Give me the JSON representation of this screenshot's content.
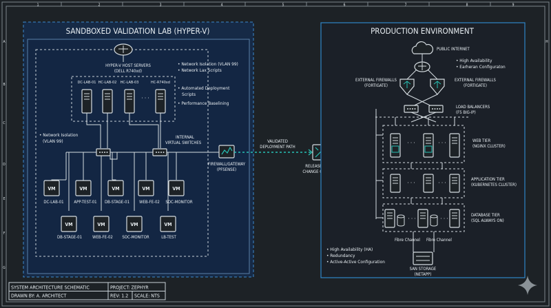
{
  "ruler": {
    "columns": [
      "1",
      "2",
      "3",
      "4",
      "5",
      "6",
      "7",
      "8",
      "9"
    ],
    "rows": [
      "A",
      "B",
      "C",
      "D",
      "E",
      "F",
      "G",
      "H"
    ]
  },
  "lab": {
    "title": "SANDBOXED VALIDATION LAB (HYPER-V)",
    "hosts_caption": [
      "HYPER-V HOST SERVERS",
      "(DELL R740xd)"
    ],
    "host_names": [
      "DC-LAB-01",
      "HC-LAB-02",
      "HC-LAB-03",
      "HC-R740xd"
    ],
    "ellipsis": "· · ·",
    "bullets": [
      "Network Isolation (VLAN 99)",
      "Network Lax Scripts",
      "Automated Deployment",
      "Scripts",
      "Performance Baselining"
    ],
    "isolation_note": [
      "• Network Isolation",
      "(VLAN 99)"
    ],
    "switches_caption": [
      "INTERNAL",
      "VIRTUAL SWITCHES"
    ],
    "vm_label": "VM",
    "vm_row1": [
      "DC-LAB-01",
      "APP-TEST-01",
      "DB-STAGE-01",
      "WEB-FE-02",
      "SOC-MONITOR"
    ],
    "vm_row2": [
      "DB-STAGE-01",
      "WEB-FE-02",
      "SOC-MONITOR",
      "LB-TEST"
    ],
    "firewall_caption": [
      "FIREWALL/GATEWAY",
      "(PFSENSE)"
    ]
  },
  "transfer": {
    "path_caption": [
      "VALIDATED",
      "DEPLOYMENT PATH"
    ],
    "gate_caption": [
      "RELEASE GATE /",
      "CHANGE CONTROL"
    ]
  },
  "prod": {
    "title": "PRODUCTION ENVIRONMENT",
    "internet": "PUBLIC INTERNET",
    "ha_bullets": [
      "• High Availability",
      "• Earheran Configuraton"
    ],
    "fw_left": [
      "EXTERNAL FIREWALLS",
      "(FORTIGATE)"
    ],
    "fw_right": [
      "EXTERNAL FIREWALLS",
      "(FORTIGATE)"
    ],
    "lb": [
      "LOAD BALANCERS",
      "(F5 BIG-IP)"
    ],
    "web_tier": [
      "WEB TIER",
      "(NGINX CLUSTER)"
    ],
    "app_tier": [
      "APPLICATION TIER",
      "(KUBERNETES CLUSTER)"
    ],
    "db_tier": [
      "DATABASE TIER",
      "(SQL ALWAYS ON)"
    ],
    "ellipsis": "· · ·",
    "fibre_left": "Fibre Channel",
    "fibre_right": "Fibre Channel",
    "san": [
      "SAN STORAGE",
      "(NETAPP)"
    ],
    "bottom_bullets": [
      "• High Availability (HA)",
      "• Redundancy",
      "• Active-Active Configuration"
    ]
  },
  "title_block": {
    "schematic": "SYSTEM ARCHITECTURE SCHEMATIC",
    "project": "PROJECT: ZEPHYR",
    "drawn": "DRAWN BY: A. ARCHITECT",
    "rev": "REV: 1.2",
    "scale": "SCALE: NTS"
  },
  "colors": {
    "background": "#1d2226",
    "line": "#d6dde2",
    "accent": "#27c2b6",
    "lab_panel": "#162a46",
    "prod_border": "#2f86c8"
  }
}
